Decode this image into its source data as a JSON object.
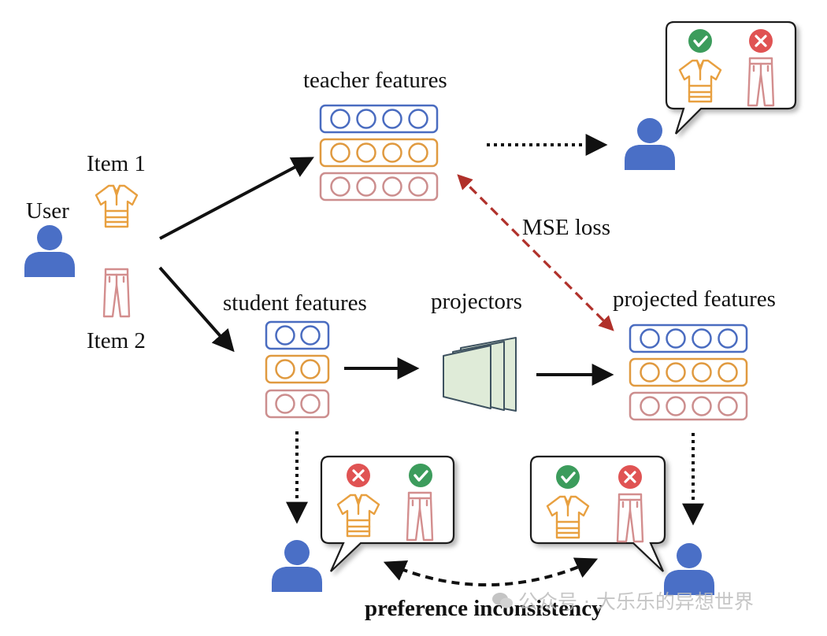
{
  "labels": {
    "user": "User",
    "item1": "Item 1",
    "item2": "Item 2",
    "teacher_features": "teacher features",
    "student_features": "student features",
    "projectors": "projectors",
    "projected_features": "projected features",
    "mse_loss": "MSE loss",
    "preference_inconsistency": "preference inconsistency"
  },
  "watermark": {
    "text": "公众号 · 大乐乐的异想世界",
    "icon": "wechat-icon"
  },
  "colors": {
    "user_blue": "#4A6FC6",
    "row_blue": "#4A6CC0",
    "row_orange": "#E09A40",
    "row_pink": "#CC8E8E",
    "item_orange": "#E8A040",
    "item_pink": "#D38E8E",
    "check_green": "#3C9C5C",
    "cross_red": "#E05353",
    "mse_red": "#B0302A",
    "projector_fill": "#DFEBD8",
    "projector_stroke": "#3E5260"
  },
  "icons": {
    "user": "user-icon",
    "shirt": "shirt-icon",
    "pants": "pants-icon",
    "check": "check-icon",
    "cross": "cross-icon"
  }
}
